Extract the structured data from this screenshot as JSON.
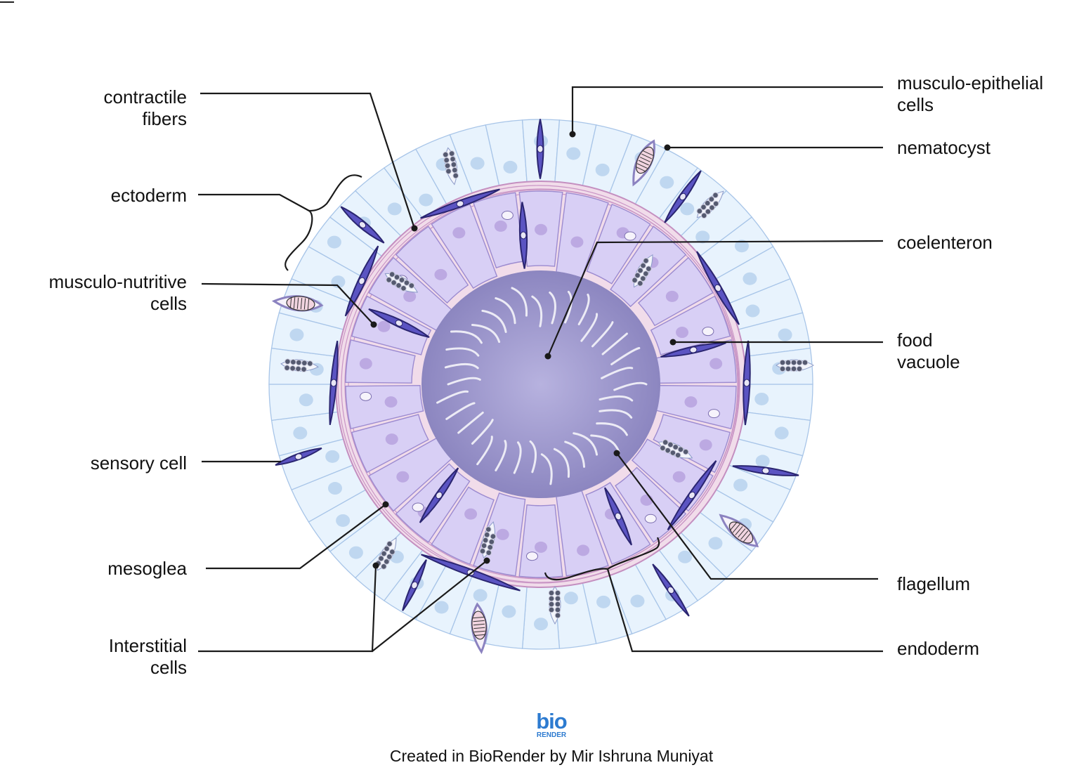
{
  "labels_left": {
    "contractile_fibers": [
      "contractile",
      "fibers"
    ],
    "ectoderm": [
      "ectoderm"
    ],
    "musculo_nutritive": [
      "musculo-nutritive",
      "cells"
    ],
    "sensory_cell": [
      "sensory cell"
    ],
    "mesoglea": [
      "mesoglea"
    ],
    "interstitial": [
      "Interstitial",
      "cells"
    ]
  },
  "labels_right": {
    "musculo_epithelial": [
      "musculo-epithelial",
      "cells"
    ],
    "nematocyst": [
      "nematocyst"
    ],
    "coelenteron": [
      "coelenteron"
    ],
    "food_vacuole": [
      "food",
      "vacuole"
    ],
    "flagellum": [
      "flagellum"
    ],
    "endoderm": [
      "endoderm"
    ]
  },
  "logo": {
    "top": "bio",
    "bottom": "RENDER"
  },
  "credit": "Created in BioRender by Mir Ishruna Muniyat",
  "colors": {
    "ectoderm": "#e8f3fd",
    "endoderm": "#d8cff5",
    "lumen": "#a39bd0",
    "mesoglea": "#f1dcea",
    "muscle": "#5b54c2",
    "brand": "#2d7bd0"
  }
}
